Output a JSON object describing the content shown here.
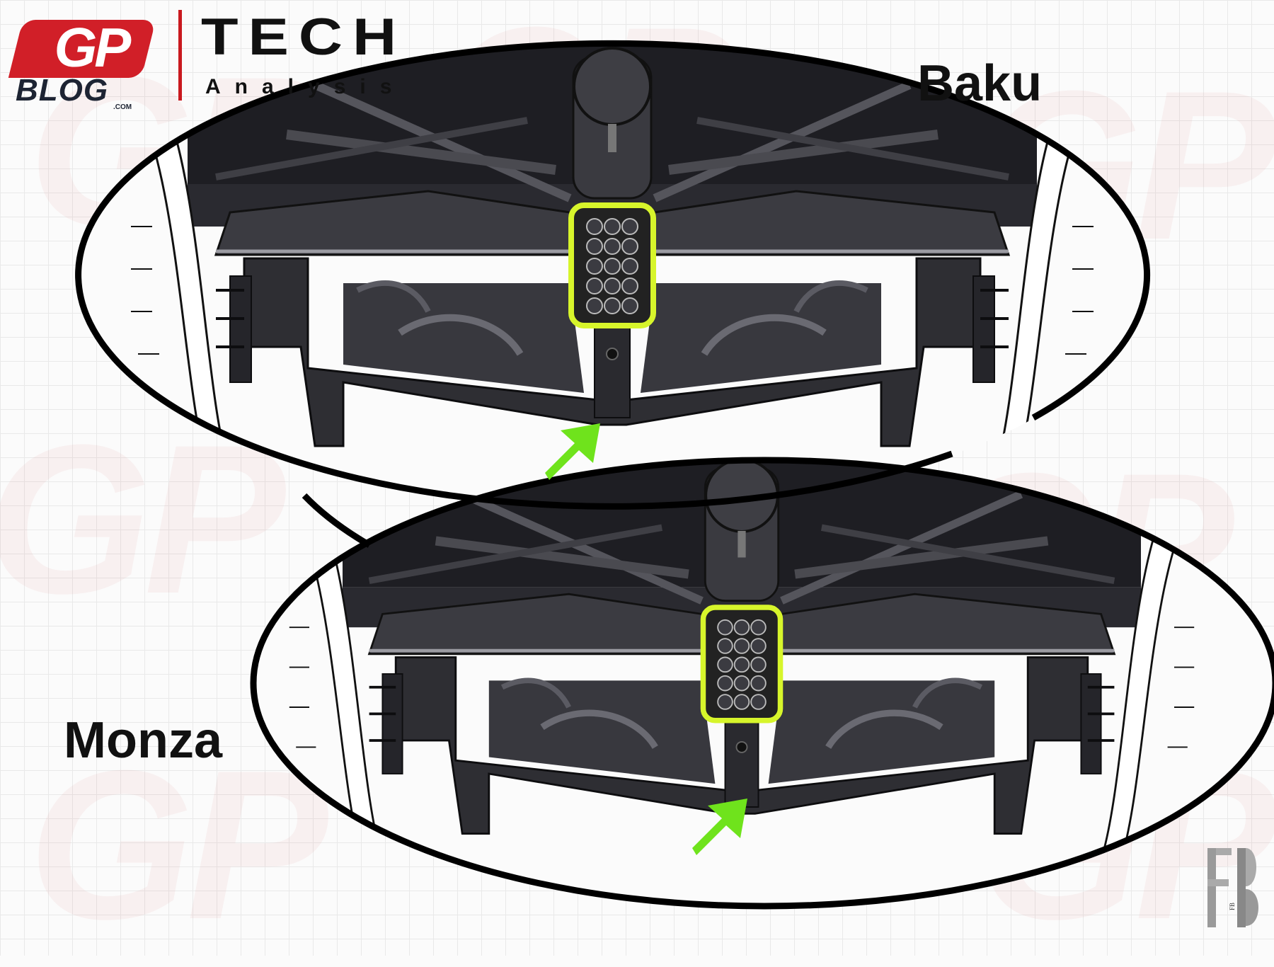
{
  "logo": {
    "gp": "GP",
    "blog": "BLOG",
    "com": ".COM",
    "tech": "TECH",
    "analysis": "Analysis"
  },
  "labels": {
    "top": "Baku",
    "bottom": "Monza"
  },
  "watermark": {
    "fb": "FB"
  },
  "colors": {
    "brand_red": "#d11f28",
    "arrow_green": "#6fe31c",
    "highlight_yellow": "#d7f52b",
    "car_dark": "#2b2b2f",
    "car_mid": "#3c3c42",
    "livery_red": "#c8282a"
  }
}
